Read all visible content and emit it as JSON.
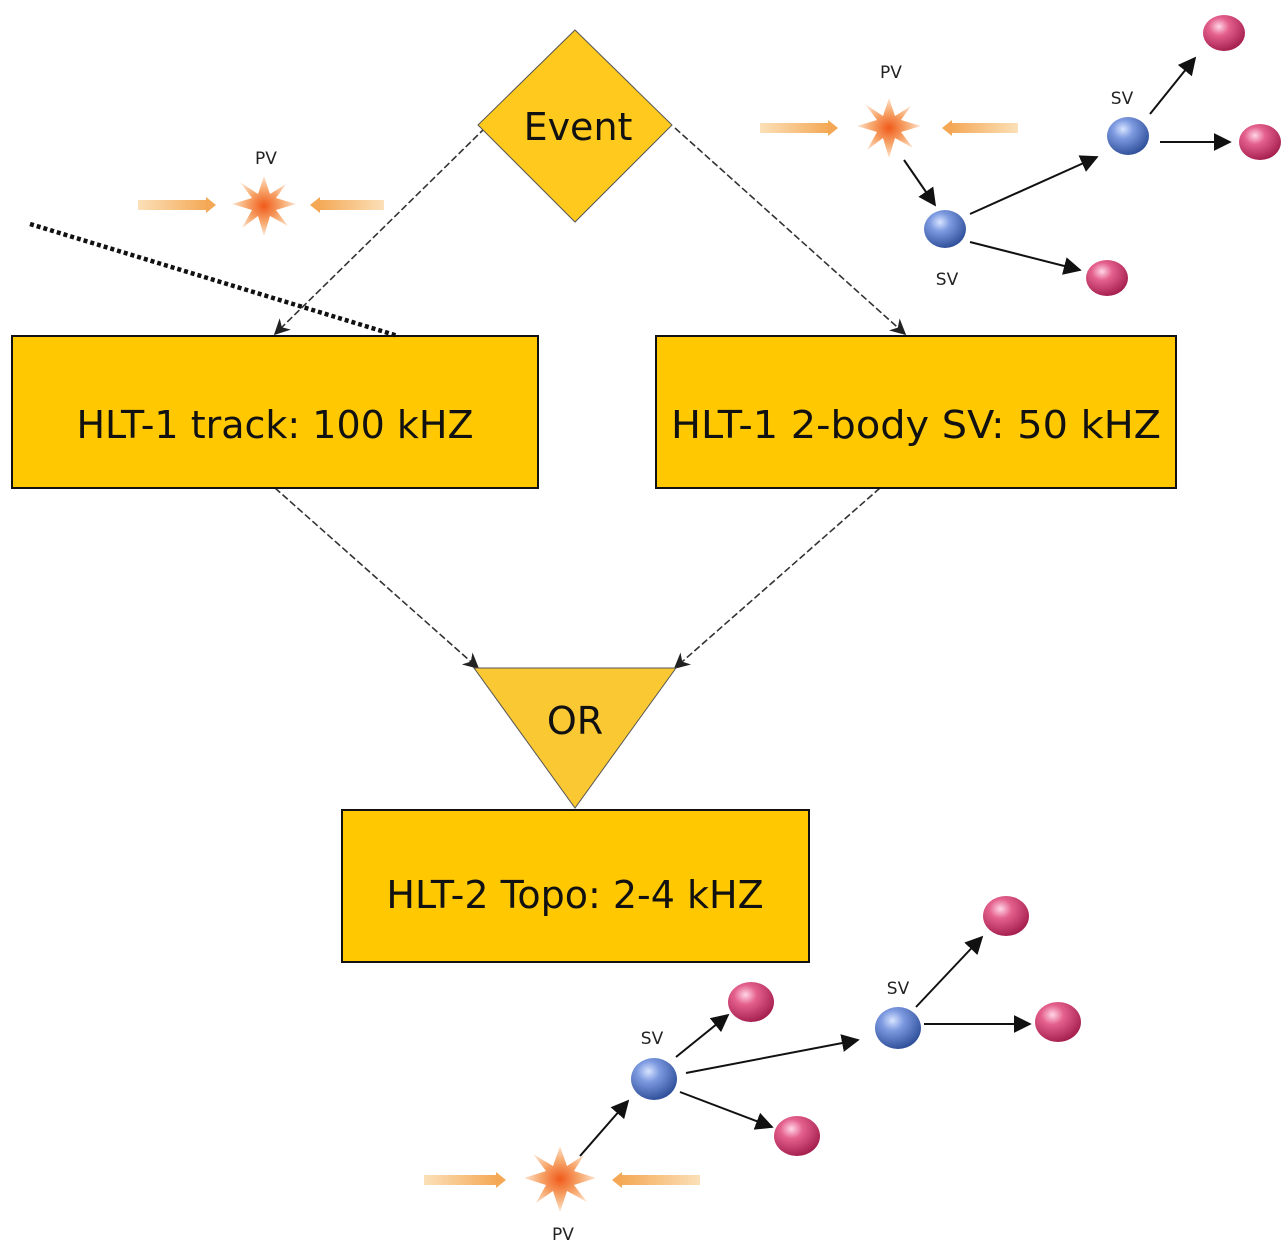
{
  "flow": {
    "start_label": "Event",
    "hlt1_track_label": "HLT-1 track: 100 kHZ",
    "hlt1_sv_label": "HLT-1 2-body SV: 50 kHZ",
    "or_label": "OR",
    "hlt2_label": "HLT-2 Topo: 2-4 kHZ"
  },
  "annotations": {
    "pv": "PV",
    "sv": "SV"
  },
  "colors": {
    "box_fill": "#FFC800",
    "box_border": "#111111",
    "diamond_fill": "#FFC91E",
    "triangle_fill": "#FAC832",
    "blue_vertex": "#4A6FC0",
    "pink_particle": "#D63A6A",
    "beam_arrow": "#F5B56A",
    "pv_burst": "#F7A168"
  }
}
